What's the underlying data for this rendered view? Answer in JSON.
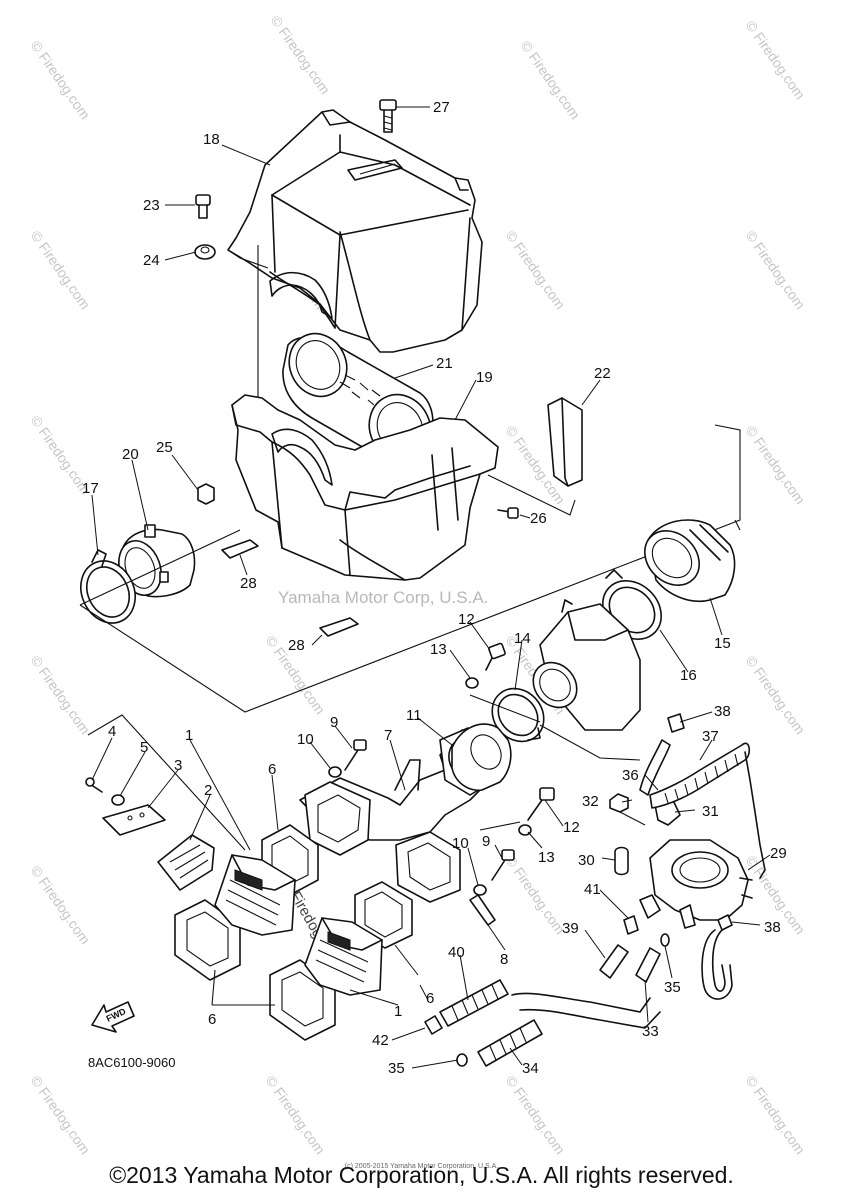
{
  "diagram": {
    "drawing_number": "8AC6100-9060",
    "fwd_label": "FWD",
    "watermark_center": "Yamaha Motor Corp, U.S.A.",
    "watermark_small": "© Firedog.com",
    "watermark_angled": "Firedog.com",
    "copyright": "©2013 Yamaha Motor Corporation, U.S.A. All rights reserved.",
    "tiny_credit": "(c) 2005-2015 Yamaha Motor Corporation, U.S.A."
  },
  "callouts": [
    "27",
    "18",
    "23",
    "24",
    "21",
    "19",
    "22",
    "25",
    "20",
    "17",
    "26",
    "28",
    "28",
    "12",
    "13",
    "14",
    "15",
    "16",
    "38",
    "37",
    "36",
    "11",
    "9",
    "7",
    "10",
    "4",
    "5",
    "1",
    "3",
    "2",
    "6",
    "6",
    "32",
    "31",
    "12",
    "13",
    "9",
    "10",
    "30",
    "29",
    "41",
    "39",
    "38",
    "40",
    "35",
    "33",
    "8",
    "1",
    "6",
    "42",
    "35",
    "34"
  ],
  "colors": {
    "line": "#111111",
    "watermark": "#b8b8b8",
    "background": "#ffffff"
  }
}
